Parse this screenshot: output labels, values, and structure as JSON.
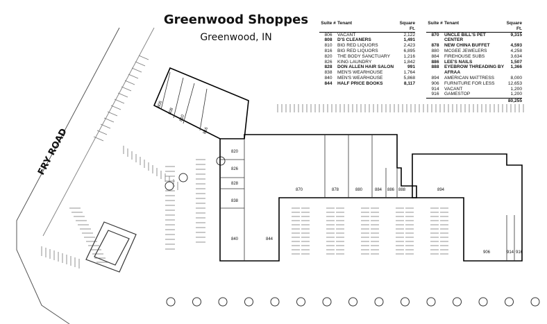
{
  "title": "Greenwood Shoppes",
  "subtitle": "Greenwood, IN",
  "road_label": "FRY ROAD",
  "legend": {
    "headers": {
      "suite": "Suite #",
      "tenant": "Tenant",
      "sqft": "Square Ft."
    },
    "left": [
      {
        "suite": "806",
        "tenant": "VACANT",
        "sqft": "2,122",
        "bold": false
      },
      {
        "suite": "808",
        "tenant": "D'S CLEANERS",
        "sqft": "1,491",
        "bold": true
      },
      {
        "suite": "810",
        "tenant": "BIG RED LIQUORS",
        "sqft": "2,423",
        "bold": false
      },
      {
        "suite": "816",
        "tenant": "BIG RED LIQUORS",
        "sqft": "6,895",
        "bold": false
      },
      {
        "suite": "820",
        "tenant": "THE BODY SANCTUARY",
        "sqft": "1,216",
        "bold": false
      },
      {
        "suite": "826",
        "tenant": "KING LAUNDRY",
        "sqft": "1,842",
        "bold": false
      },
      {
        "suite": "828",
        "tenant": "DON ALLEN HAIR SALON",
        "sqft": "991",
        "bold": true
      },
      {
        "suite": "838",
        "tenant": "MEN'S WEARHOUSE",
        "sqft": "1,764",
        "bold": false
      },
      {
        "suite": "840",
        "tenant": "MEN'S WEARHOUSE",
        "sqft": "5,868",
        "bold": false
      },
      {
        "suite": "844",
        "tenant": "HALF PRICE BOOKS",
        "sqft": "8,117",
        "bold": true
      }
    ],
    "right": [
      {
        "suite": "870",
        "tenant": "UNCLE BILL'S PET CENTER",
        "sqft": "9,315",
        "bold": true
      },
      {
        "suite": "878",
        "tenant": "NEW CHINA BUFFET",
        "sqft": "4,593",
        "bold": true
      },
      {
        "suite": "880",
        "tenant": "MCGEE JEWELERS",
        "sqft": "4,258",
        "bold": false
      },
      {
        "suite": "884",
        "tenant": "FIREHOUSE SUBS",
        "sqft": "3,634",
        "bold": false
      },
      {
        "suite": "886",
        "tenant": "LEE'S NAILS",
        "sqft": "1,507",
        "bold": true
      },
      {
        "suite": "888",
        "tenant": "EYEBROW THREADING BY AFRAA",
        "sqft": "1,366",
        "bold": true
      },
      {
        "suite": "894",
        "tenant": "AMERICAN MATTRESS",
        "sqft": "8,000",
        "bold": false
      },
      {
        "suite": "906",
        "tenant": "FURNITURE FOR LESS",
        "sqft": "12,653",
        "bold": false
      },
      {
        "suite": "914",
        "tenant": "VACANT",
        "sqft": "1,200",
        "bold": false
      },
      {
        "suite": "916",
        "tenant": "GAMESTOP",
        "sqft": "1,200",
        "bold": false
      }
    ],
    "total": "80,255"
  },
  "units": {
    "u806": "806",
    "u808": "808",
    "u810": "810",
    "u816": "816",
    "u820": "820",
    "u826": "826",
    "u828": "828",
    "u838": "838",
    "u840": "840",
    "u844": "844",
    "u870": "870",
    "u878": "878",
    "u880": "880",
    "u884": "884",
    "u886": "886",
    "u888": "888",
    "u894": "894",
    "u906": "906",
    "u914": "914",
    "u916": "916"
  }
}
